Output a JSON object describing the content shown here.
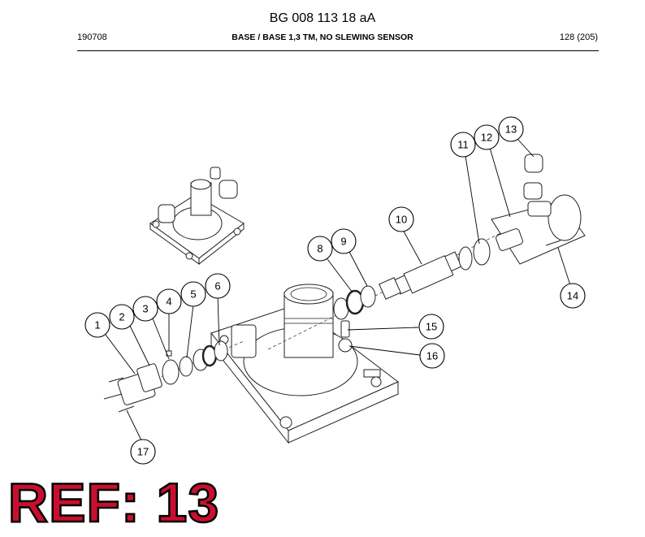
{
  "header": {
    "doc_title": "BG 008 113 18 aA",
    "code": "190708",
    "section_title": "BASE / BASE 1,3 TM, NO SLEWING SENSOR",
    "page": "128 (205)"
  },
  "callouts": [
    "1",
    "2",
    "3",
    "4",
    "5",
    "6",
    "8",
    "9",
    "10",
    "11",
    "12",
    "13",
    "14",
    "15",
    "16",
    "17"
  ],
  "overlay": {
    "ref_label": "REF: 13",
    "ref_color": "#c8102e"
  }
}
